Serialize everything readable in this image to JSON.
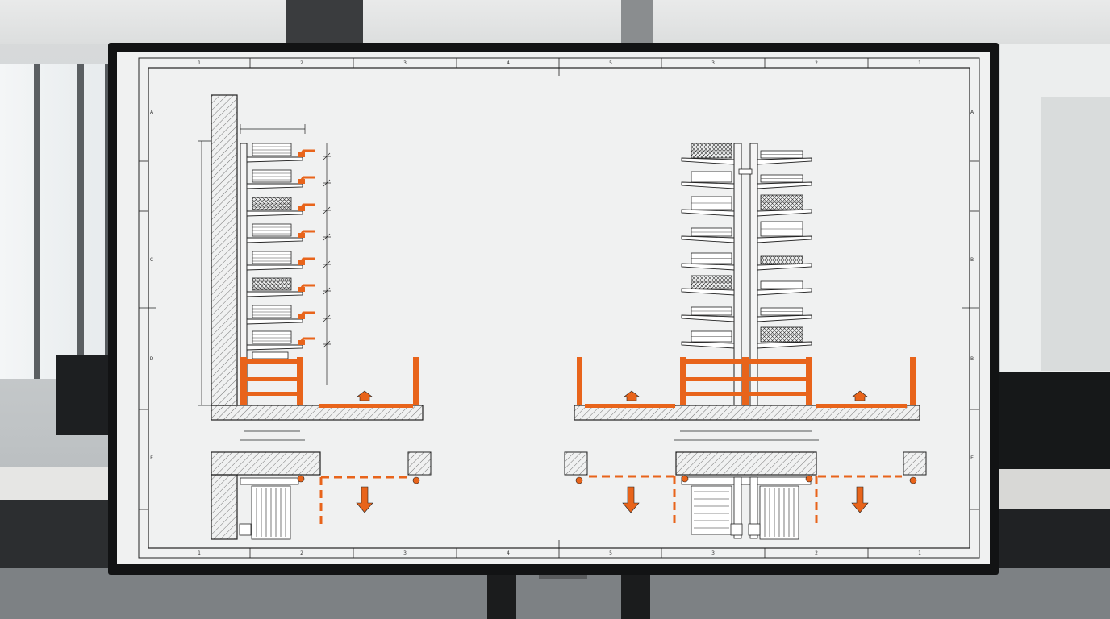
{
  "drawing": {
    "colors": {
      "line": "#1e1e1e",
      "accent": "#e8641b",
      "paper": "#f0f1f1"
    },
    "top_columns": [
      "1",
      "2",
      "3",
      "4",
      "5",
      "3",
      "2",
      "1"
    ],
    "bottom_columns": [
      "1",
      "2",
      "3",
      "4",
      "5",
      "3",
      "2",
      "1"
    ],
    "left_rows": [
      "A",
      "C",
      "D",
      "E"
    ],
    "right_rows": [
      "A",
      "B",
      "B",
      "E"
    ]
  }
}
